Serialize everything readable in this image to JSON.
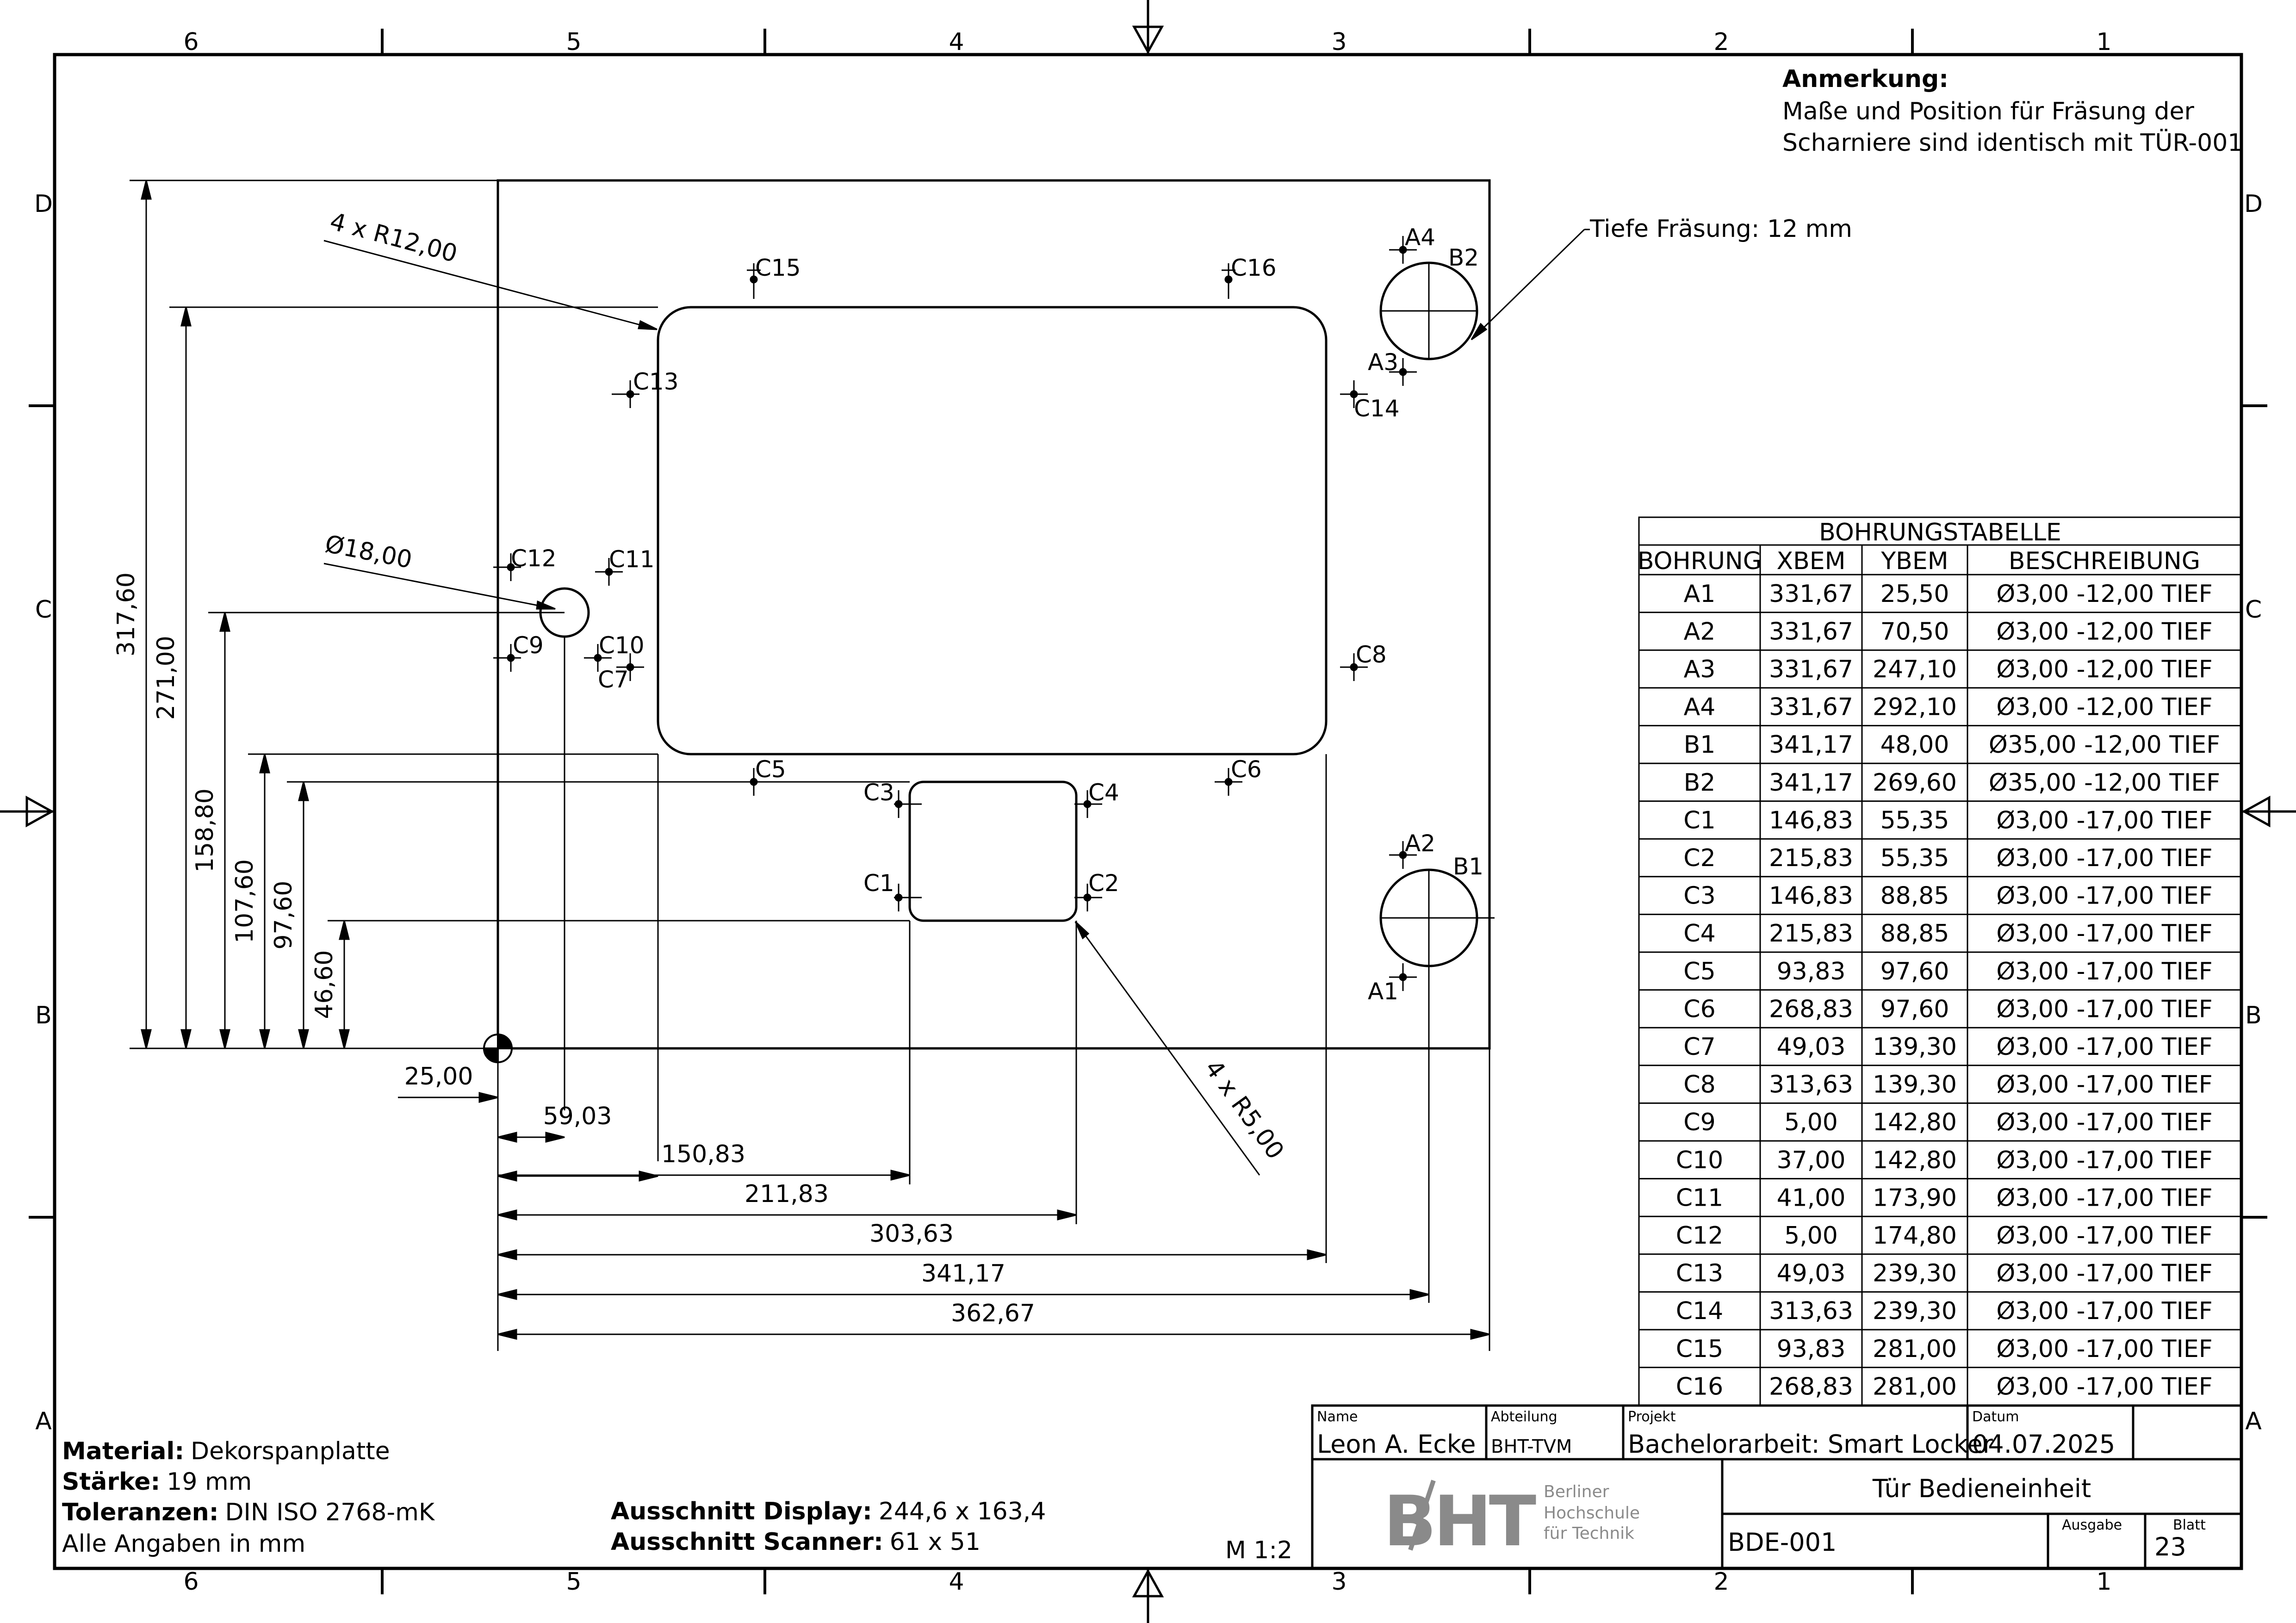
{
  "note": {
    "heading": "Anmerkung:",
    "line1": "Maße und Position für Fräsung der",
    "line2": "Scharniere sind identisch mit TÜR-001"
  },
  "depth_note": "Tiefe Fräsung: 12 mm",
  "zone_cols": [
    "6",
    "5",
    "4",
    "3",
    "2",
    "1"
  ],
  "zone_rows": [
    "D",
    "C",
    "B",
    "A"
  ],
  "callouts": {
    "radius_big": "4 x R12,00",
    "radius_small": "4 x R5,00",
    "hole_diameter": "Ø18,00"
  },
  "dims": {
    "vertical": [
      "317,60",
      "271,00",
      "158,80",
      "107,60",
      "97,60",
      "46,60"
    ],
    "horizontal": [
      "25,00",
      "59,03",
      "150,83",
      "211,83",
      "303,63",
      "341,17",
      "362,67"
    ]
  },
  "point_labels": {
    "c15": "C15",
    "c16": "C16",
    "c13": "C13",
    "c14": "C14",
    "c12": "C12",
    "c11": "C11",
    "c9": "C9",
    "c10": "C10",
    "c7": "C7",
    "c8": "C8",
    "c5": "C5",
    "c6": "C6",
    "c3": "C3",
    "c4": "C4",
    "c1": "C1",
    "c2": "C2",
    "a4": "A4",
    "a3": "A3",
    "a2": "A2",
    "a1": "A1",
    "b2": "B2",
    "b1": "B1"
  },
  "hole_table": {
    "title": "BOHRUNGSTABELLE",
    "headers": [
      "BOHRUNG",
      "XBEM",
      "YBEM",
      "BESCHREIBUNG"
    ],
    "rows": [
      [
        "A1",
        "331,67",
        "25,50",
        "Ø3,00 -12,00 TIEF"
      ],
      [
        "A2",
        "331,67",
        "70,50",
        "Ø3,00 -12,00 TIEF"
      ],
      [
        "A3",
        "331,67",
        "247,10",
        "Ø3,00 -12,00 TIEF"
      ],
      [
        "A4",
        "331,67",
        "292,10",
        "Ø3,00 -12,00 TIEF"
      ],
      [
        "B1",
        "341,17",
        "48,00",
        "Ø35,00 -12,00 TIEF"
      ],
      [
        "B2",
        "341,17",
        "269,60",
        "Ø35,00 -12,00 TIEF"
      ],
      [
        "C1",
        "146,83",
        "55,35",
        "Ø3,00 -17,00 TIEF"
      ],
      [
        "C2",
        "215,83",
        "55,35",
        "Ø3,00 -17,00 TIEF"
      ],
      [
        "C3",
        "146,83",
        "88,85",
        "Ø3,00 -17,00 TIEF"
      ],
      [
        "C4",
        "215,83",
        "88,85",
        "Ø3,00 -17,00 TIEF"
      ],
      [
        "C5",
        "93,83",
        "97,60",
        "Ø3,00 -17,00 TIEF"
      ],
      [
        "C6",
        "268,83",
        "97,60",
        "Ø3,00 -17,00 TIEF"
      ],
      [
        "C7",
        "49,03",
        "139,30",
        "Ø3,00 -17,00 TIEF"
      ],
      [
        "C8",
        "313,63",
        "139,30",
        "Ø3,00 -17,00 TIEF"
      ],
      [
        "C9",
        "5,00",
        "142,80",
        "Ø3,00 -17,00 TIEF"
      ],
      [
        "C10",
        "37,00",
        "142,80",
        "Ø3,00 -17,00 TIEF"
      ],
      [
        "C11",
        "41,00",
        "173,90",
        "Ø3,00 -17,00 TIEF"
      ],
      [
        "C12",
        "5,00",
        "174,80",
        "Ø3,00 -17,00 TIEF"
      ],
      [
        "C13",
        "49,03",
        "239,30",
        "Ø3,00 -17,00 TIEF"
      ],
      [
        "C14",
        "313,63",
        "239,30",
        "Ø3,00 -17,00 TIEF"
      ],
      [
        "C15",
        "93,83",
        "281,00",
        "Ø3,00 -17,00 TIEF"
      ],
      [
        "C16",
        "268,83",
        "281,00",
        "Ø3,00 -17,00 TIEF"
      ]
    ]
  },
  "material": {
    "material_label": "Material:",
    "material_value": "Dekorspanplatte",
    "thickness_label": "Stärke:",
    "thickness_value": "19 mm",
    "tolerance_label": "Toleranzen:",
    "tolerance_value": "DIN ISO 2768-mK",
    "units": "Alle Angaben in mm"
  },
  "cutouts": {
    "display_label": "Ausschnitt Display:",
    "display_value": "244,6 x 163,4",
    "scanner_label": "Ausschnitt Scanner:",
    "scanner_value": "61 x 51"
  },
  "scale": "M 1:2",
  "title_block": {
    "name_label": "Name",
    "name_value": "Leon A. Ecke",
    "dept_label": "Abteilung",
    "dept_value": "BHT-TVM",
    "project_label": "Projekt",
    "project_value": "Bachelorarbeit: Smart Locker",
    "date_label": "Datum",
    "date_value": "04.07.2025",
    "logo_text": "BHT",
    "logo_line1": "Berliner",
    "logo_line2": "Hochschule",
    "logo_line3": "für Technik",
    "title": "Tür Bedieneinheit",
    "drawing_no": "BDE-001",
    "issue_label": "Ausgabe",
    "sheet_label": "Blatt",
    "sheet_value": "23"
  }
}
